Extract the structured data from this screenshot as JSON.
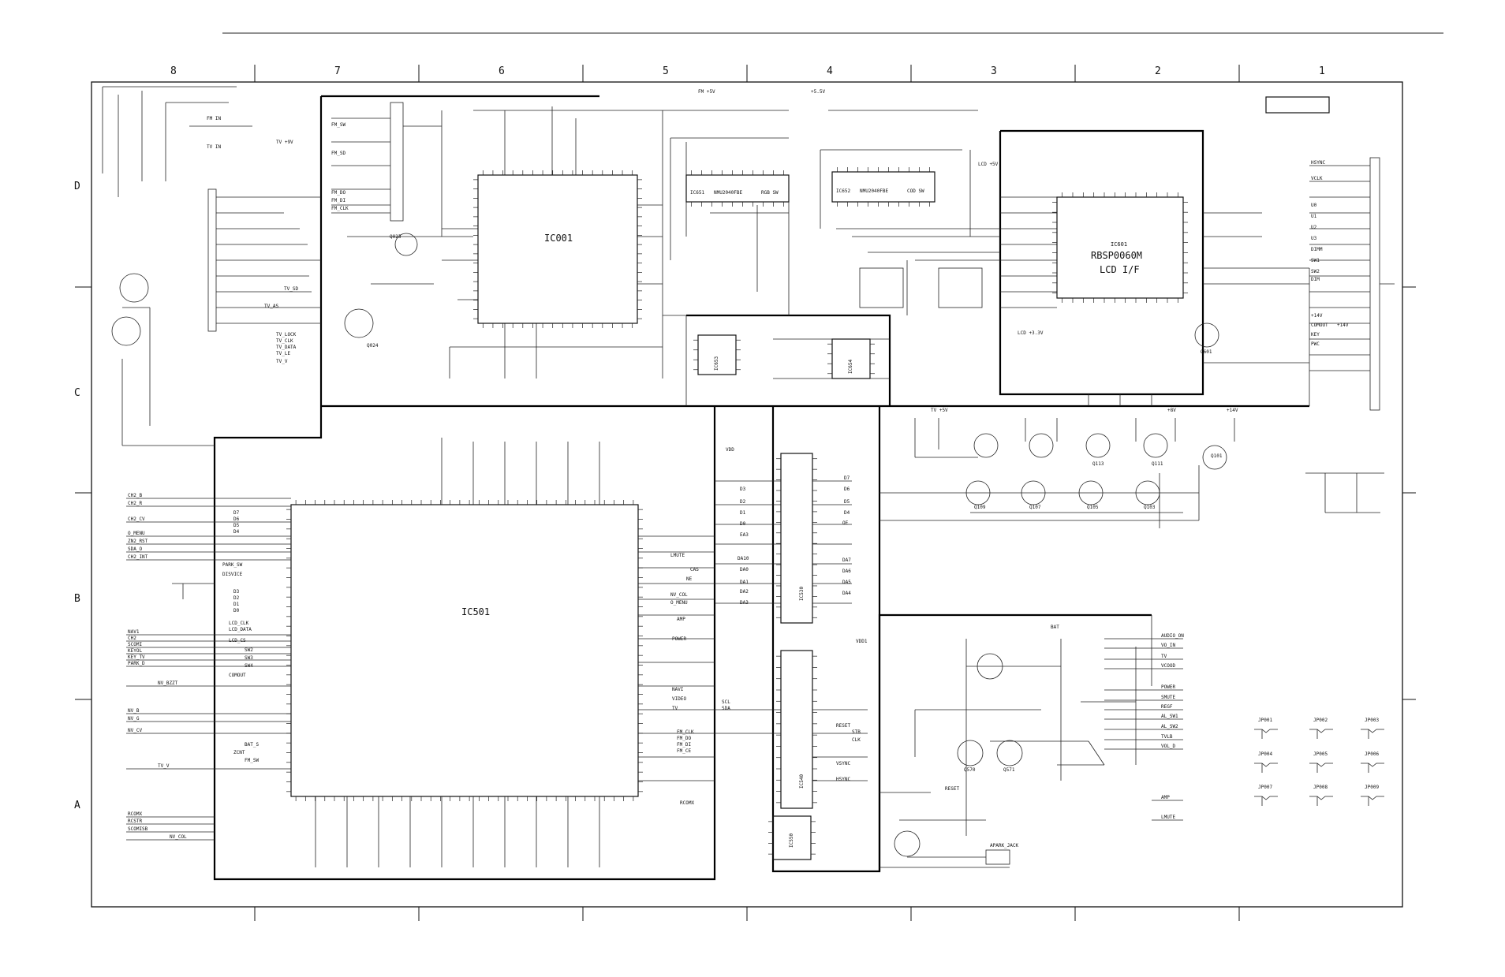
{
  "sheet": {
    "columns": [
      "8",
      "7",
      "6",
      "5",
      "4",
      "3",
      "2",
      "1"
    ],
    "rows": [
      "D",
      "C",
      "B",
      "A"
    ]
  },
  "chips": {
    "ic001": {
      "label": "IC001"
    },
    "ic501": {
      "label": "IC501"
    },
    "ic601": {
      "label": "IC601",
      "part": "RBSP0060M",
      "sub": "LCD I/F"
    },
    "ic651": {
      "label": "IC651",
      "part": "NMU2040FBE",
      "pin": "RGB SW"
    },
    "ic652": {
      "label": "IC652",
      "part": "NMU2040FBE",
      "pin": "COD SW"
    },
    "ic530": {
      "label": "IC530"
    },
    "ic540": {
      "label": "IC540"
    },
    "ic550": {
      "label": "IC550"
    },
    "ic653": {
      "label": "IC653"
    },
    "ic654": {
      "label": "IC654"
    }
  },
  "transistors": {
    "q023": "Q023",
    "q024": "Q024",
    "q101": "Q101",
    "q103": "Q103",
    "q105": "Q105",
    "q107": "Q107",
    "q109": "Q109",
    "q111": "Q111",
    "q113": "Q113",
    "q601": "Q601",
    "q570": "Q570",
    "q571": "Q571"
  },
  "power_labels": {
    "fm5v": "FM +5V",
    "tv9v": "TV +9V",
    "tv5v": "TV +5V",
    "p5v": "+5.5V",
    "p14v": "+14V",
    "p8v": "+8V",
    "lcd5v": "LCD +5V",
    "lcd33v": "LCD +3.3V",
    "vdd": "VDD",
    "vdd1": "VDD1",
    "bat": "BAT"
  },
  "left_signals": {
    "group1": [
      "CH2_B",
      "CH2_R",
      "CH2_CV",
      "O_MENU",
      "ZN2_RST",
      "SDA_O",
      "CH2_INT"
    ],
    "group2": [
      "NAV1",
      "CH2",
      "SCOMI",
      "KEYOL",
      "KEY_TV",
      "PARK_D"
    ],
    "nv_bzzt": "NV_BZZT",
    "group3": [
      "NV_B",
      "NV_G",
      "NV_CV"
    ],
    "tvv": "TV_V",
    "group4": [
      "RCOMX",
      "RCSTR",
      "SCOMISB",
      "NV_COL"
    ]
  },
  "right_signals": {
    "connector_top": [
      "HSYNC",
      "VCLK",
      "U0",
      "U1",
      "U2",
      "U3",
      "DIMM",
      "SW1",
      "SW2",
      "DIM"
    ],
    "connector_mid": [
      "+14V",
      "COMOUT",
      "+14V",
      "KEY",
      "PWC"
    ],
    "bottom_right": [
      "AUDIO_ON",
      "VO_IN",
      "TV",
      "VCOOD",
      "POWER",
      "SMUTE",
      "REGF",
      "AL_SW1",
      "AL_SW2",
      "TVLB",
      "VOL_D",
      "AMP",
      "LMUTE"
    ],
    "park_jack": "APARK_JACK",
    "reset": "RESET"
  },
  "jumpers": [
    "JP001",
    "JP002",
    "JP003",
    "JP004",
    "JP005",
    "JP006",
    "JP007",
    "JP008",
    "JP009"
  ],
  "tuner": {
    "fm_labels": [
      "FM_SW",
      "FM_SD",
      "FM_DO",
      "FM_DI",
      "FM_CLK"
    ],
    "tv_labels": [
      "TV_LOCK",
      "TV_CLK",
      "TV_DATA",
      "TV_LE",
      "TV_V",
      "TV_SD",
      "TV_AS"
    ],
    "fm_in": "FM IN",
    "tv_in": "TV IN"
  },
  "ic501_left_pins": [
    "D7",
    "D6",
    "D5",
    "D4",
    "PARK_SW",
    "DISVICE",
    "D3",
    "D2",
    "D1",
    "D0",
    "LCD_CLK",
    "LCD_DATA",
    "LCD_CS",
    "SW2",
    "SW3",
    "SW4",
    "COMOUT",
    "BAT_S",
    "ZCNT",
    "FM_SW"
  ],
  "ic501_right_pins": [
    "LMUTE",
    "CAS",
    "NE",
    "NV_COL",
    "O_MENU",
    "AMP",
    "POWER",
    "NAVI",
    "VIDEO",
    "TV",
    "FM_CLK",
    "FM_DO",
    "FM_DI",
    "FM_CE",
    "RCOMX"
  ],
  "ic530_pins": [
    "D7",
    "D6",
    "D5",
    "D4",
    "DA7",
    "DA6",
    "DA5",
    "DA4",
    "D3",
    "D2",
    "D1",
    "D0",
    "OE",
    "EA3",
    "DA10",
    "DA0",
    "DA1",
    "DA2",
    "DA3"
  ],
  "ic540_labels": [
    "SCL",
    "SDA",
    "RESET",
    "STB",
    "CLK",
    "VSYNC",
    "HSYNC"
  ]
}
